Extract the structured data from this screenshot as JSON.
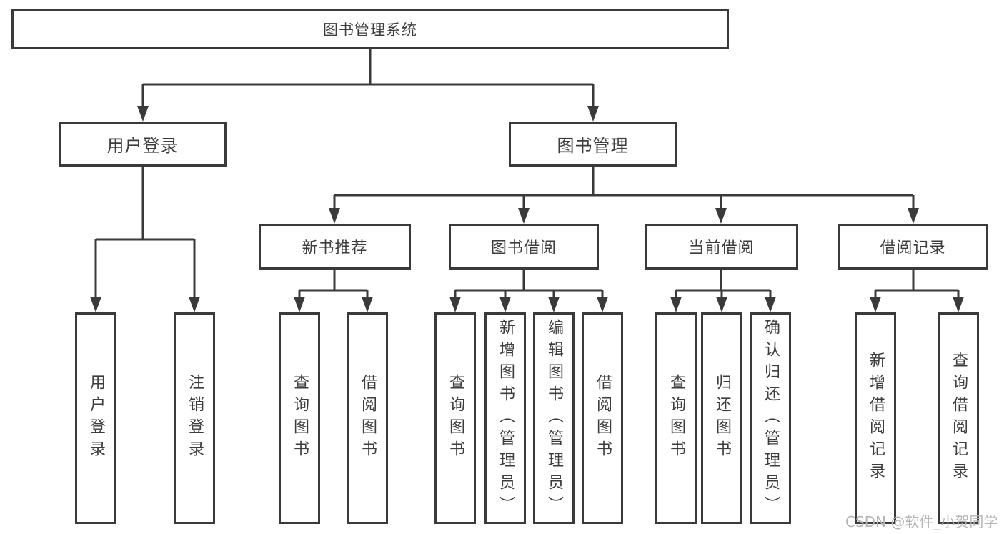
{
  "nodes": {
    "root": "图书管理系统",
    "level2": [
      "用户登录",
      "图书管理"
    ],
    "level3": [
      "新书推荐",
      "图书借阅",
      "当前借阅",
      "借阅记录"
    ],
    "leaves": {
      "login": [
        "用户登录",
        "注销登录"
      ],
      "recommend": [
        "查询图书",
        "借阅图书"
      ],
      "borrow": [
        "查询图书",
        "新增图书（管理员）",
        "编辑图书（管理员）",
        "借阅图书"
      ],
      "current": [
        "查询图书",
        "归还图书",
        "确认归还（管理员）"
      ],
      "records": [
        "新增借阅记录",
        "查询借阅记录"
      ]
    }
  },
  "watermark": "CSDN @软件_小贺同学",
  "colors": {
    "line": "#3a3a3a",
    "text": "#3d3d3d",
    "watermark": "#b5b5b5",
    "background": "#ffffff"
  }
}
